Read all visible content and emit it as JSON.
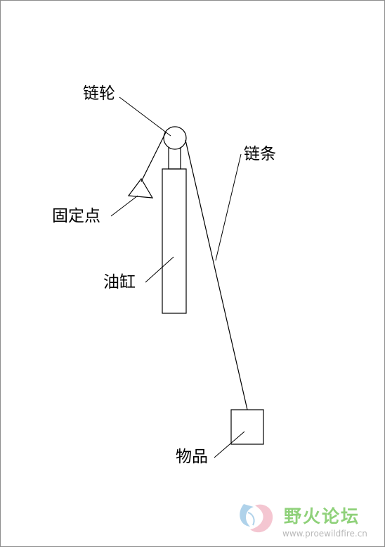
{
  "labels": {
    "sprocket": "链轮",
    "chain": "链条",
    "fixed_point": "固定点",
    "cylinder": "油缸",
    "load": "物品"
  },
  "watermark": {
    "title": "野火论坛",
    "url": "www.proewildfire.cn"
  },
  "colors": {
    "line": "#000000",
    "border": "#8c8c8c",
    "watermark_green": "#8fd17a",
    "watermark_pink": "#f2b8c6",
    "watermark_blue": "#9cc8e6"
  }
}
